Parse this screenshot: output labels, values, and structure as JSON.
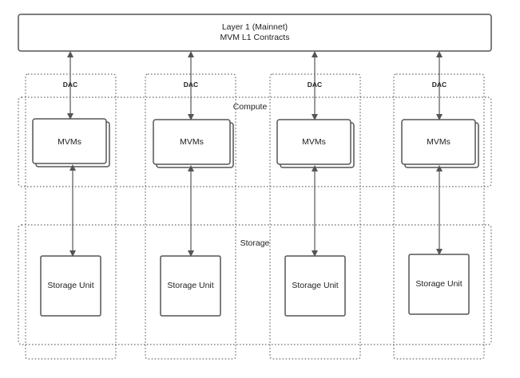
{
  "layer1": {
    "line1": "Layer 1 (Mainnet)",
    "line2": "MVM L1 Contracts"
  },
  "regions": {
    "compute_label": "Compute",
    "storage_label": "Storage"
  },
  "columns": [
    {
      "dac_label": "DAC",
      "mvm_label": "MVMs",
      "storage_label": "Storage Unit"
    },
    {
      "dac_label": "DAC",
      "mvm_label": "MVMs",
      "storage_label": "Storage Unit"
    },
    {
      "dac_label": "DAC",
      "mvm_label": "MVMs",
      "storage_label": "Storage Unit"
    },
    {
      "dac_label": "DAC",
      "mvm_label": "MVMs",
      "storage_label": "Storage Unit"
    }
  ],
  "colors": {
    "stroke": "#555555",
    "dotted": "#666666",
    "arrow": "#555555"
  }
}
